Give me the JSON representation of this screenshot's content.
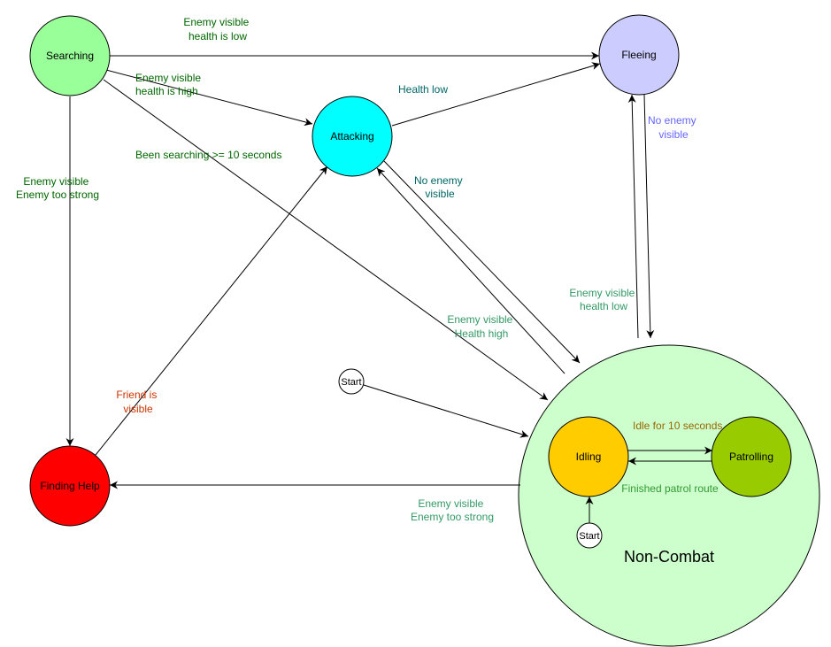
{
  "states": {
    "searching": "Searching",
    "fleeing": "Fleeing",
    "attacking": "Attacking",
    "finding_help": "Finding Help",
    "idling": "Idling",
    "patrolling": "Patrolling",
    "start_main": "Start",
    "start_inner": "Start",
    "non_combat": "Non-Combat"
  },
  "colors": {
    "searching": "#99ff99",
    "fleeing": "#ccccff",
    "attacking": "#00ffff",
    "finding_help": "#ff0000",
    "idling": "#ffcc00",
    "patrolling": "#99cc00",
    "non_combat": "#ccffcc",
    "start": "#ffffff",
    "label_dark_green": "#006600",
    "label_teal": "#006666",
    "label_sea": "#339966",
    "label_blue": "#6666ff",
    "label_red": "#cc3300",
    "label_brown": "#996600",
    "label_green": "#339933"
  },
  "edges": {
    "search_flee": [
      "Enemy visible",
      "health is low"
    ],
    "search_attack": [
      "Enemy visible",
      "health is high"
    ],
    "search_noncombat": [
      "Been searching >= 10 seconds"
    ],
    "search_help": [
      "Enemy visible",
      "Enemy too strong"
    ],
    "attack_flee": [
      "Health low"
    ],
    "attack_noncombat": [
      "No enemy",
      "visible"
    ],
    "flee_noncombat": [
      "No enemy",
      "visible"
    ],
    "noncombat_flee": [
      "Enemy visible",
      "health low"
    ],
    "noncombat_attack": [
      "Enemy visible",
      "Health high"
    ],
    "help_attack": [
      "Friend is",
      "visible"
    ],
    "noncombat_help": [
      "Enemy visible",
      "Enemy too strong"
    ],
    "idle_patrol": [
      "Idle for 10 seconds"
    ],
    "patrol_idle": [
      "Finished patrol route"
    ]
  }
}
